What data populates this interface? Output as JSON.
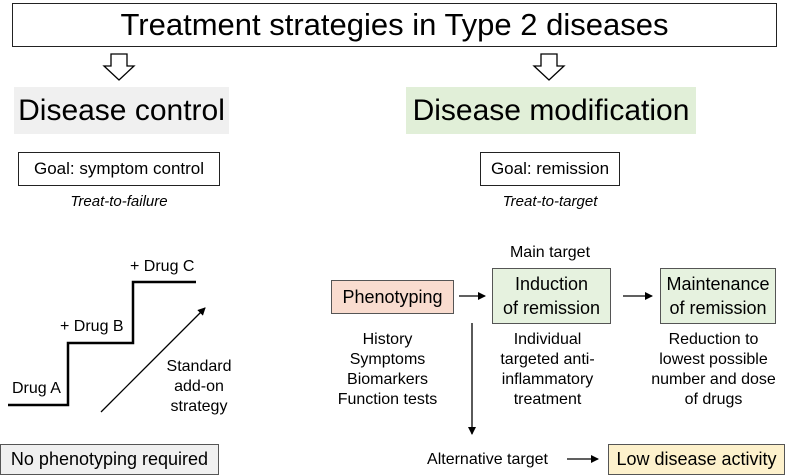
{
  "title": "Treatment strategies in Type 2 diseases",
  "left": {
    "heading": "Disease control",
    "goal": "Goal: symptom control",
    "strategy": "Treat-to-failure",
    "drugs": [
      "Drug A",
      "+ Drug B",
      "+ Drug C"
    ],
    "addon_lines": [
      "Standard",
      "add-on",
      "strategy"
    ],
    "footer": "No phenotyping required"
  },
  "right": {
    "heading": "Disease modification",
    "goal": "Goal: remission",
    "strategy": "Treat-to-target",
    "main_target": "Main target",
    "phenotyping": "Phenotyping",
    "phenotyping_items": [
      "History",
      "Symptoms",
      "Biomarkers",
      "Function tests"
    ],
    "induction_lines": [
      "Induction",
      "of remission"
    ],
    "induction_desc_lines": [
      "Individual",
      "targeted anti-",
      "inflammatory",
      "treatment"
    ],
    "maintenance_lines": [
      "Maintenance",
      "of remission"
    ],
    "maintenance_desc_lines": [
      "Reduction to",
      "lowest possible",
      "number and dose",
      "of drugs"
    ],
    "alternative_target": "Alternative target",
    "low_activity": "Low disease activity"
  },
  "colors": {
    "control_bg": "#f0f0f0",
    "modification_bg": "#e1efd8",
    "phenotyping_bg": "#f9dccf",
    "remission_bg": "#e6f2df",
    "low_activity_bg": "#fdf1cc"
  }
}
